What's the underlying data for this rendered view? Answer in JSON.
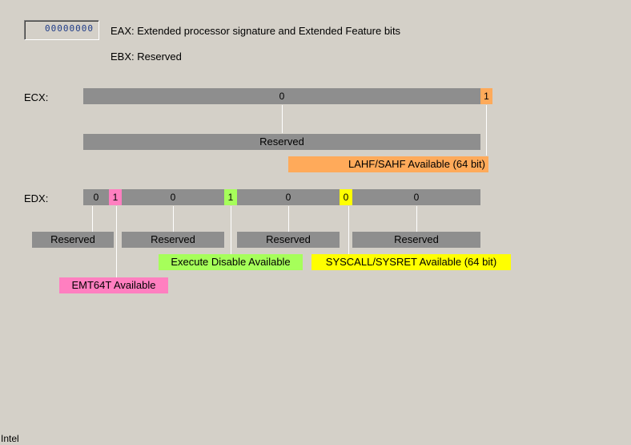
{
  "eax": {
    "value": "00000000",
    "label": "EAX: Extended processor signature and Extended Feature bits"
  },
  "ebx": {
    "label": "EBX: Reserved"
  },
  "ecx": {
    "label": "ECX:",
    "segments": [
      {
        "value": "0",
        "description": "Reserved",
        "color": "#8e8e8e"
      },
      {
        "value": "1",
        "description": "LAHF/SAHF Available (64 bit)",
        "color": "#ffaa5a"
      }
    ]
  },
  "edx": {
    "label": "EDX:",
    "segments": [
      {
        "value": "0",
        "description": "Reserved",
        "color": "#8e8e8e"
      },
      {
        "value": "1",
        "description": "EMT64T Available",
        "color": "#ff7fc0"
      },
      {
        "value": "0",
        "description": "Reserved",
        "color": "#8e8e8e"
      },
      {
        "value": "1",
        "description": "Execute Disable Available",
        "color": "#a6ff5a"
      },
      {
        "value": "0",
        "description": "Reserved",
        "color": "#8e8e8e"
      },
      {
        "value": "0",
        "description": "SYSCALL/SYSRET Available (64 bit)",
        "color": "#ffff00"
      },
      {
        "value": "0",
        "description": "Reserved",
        "color": "#8e8e8e"
      }
    ]
  },
  "footer": {
    "vendor": "Intel"
  }
}
